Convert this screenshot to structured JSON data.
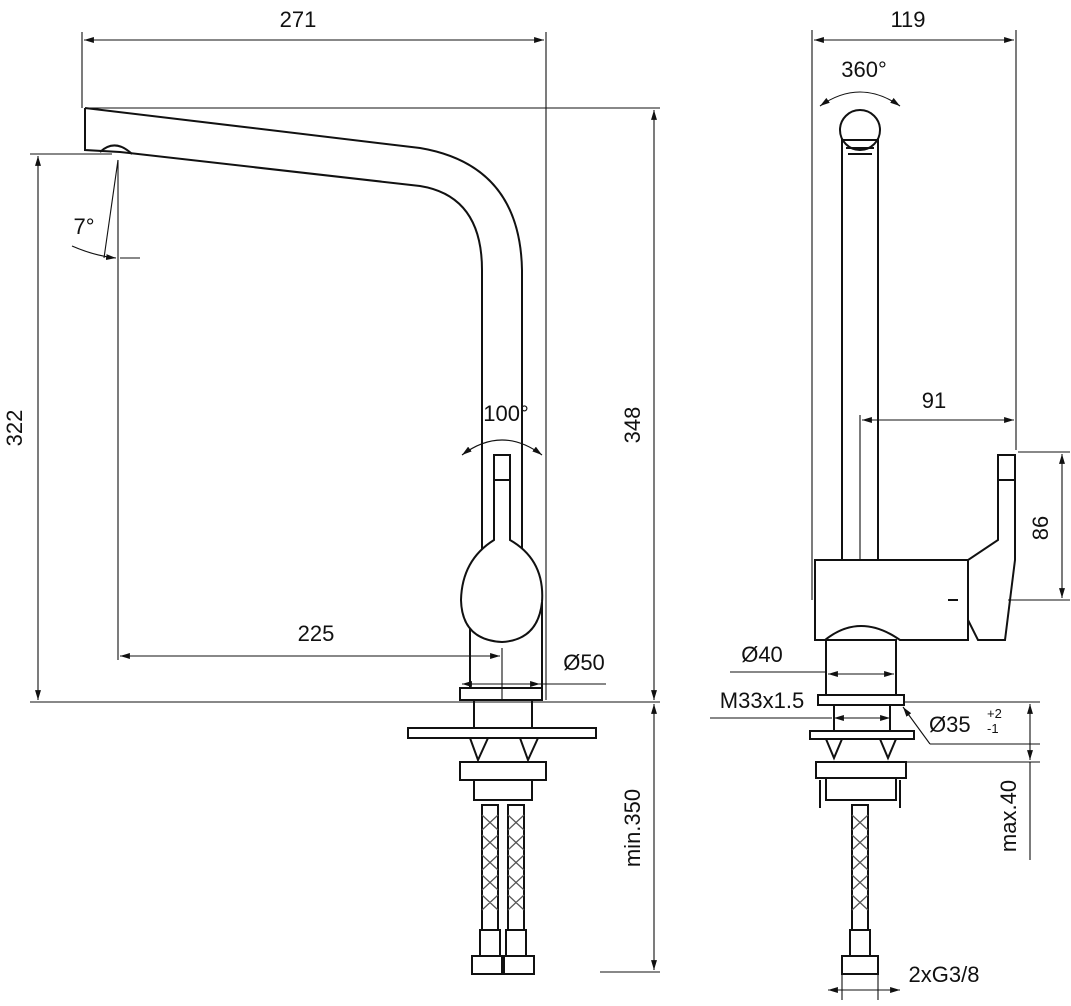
{
  "dimensions": {
    "width_total": "271",
    "depth_total": "119",
    "rotation_spout": "360°",
    "spout_tilt": "7°",
    "spout_height": "322",
    "total_height": "348",
    "handle_rotation": "100°",
    "spout_reach": "225",
    "base_diameter": "Ø50",
    "handle_offset": "91",
    "handle_height": "86",
    "body_diameter": "Ø40",
    "thread": "M33x1.5",
    "hole_diameter": "Ø35",
    "hole_tol_upper": "+2",
    "hole_tol_lower": "-1",
    "hose_length": "min.350",
    "deck_thickness": "max.40",
    "connections": "2xG3/8"
  }
}
